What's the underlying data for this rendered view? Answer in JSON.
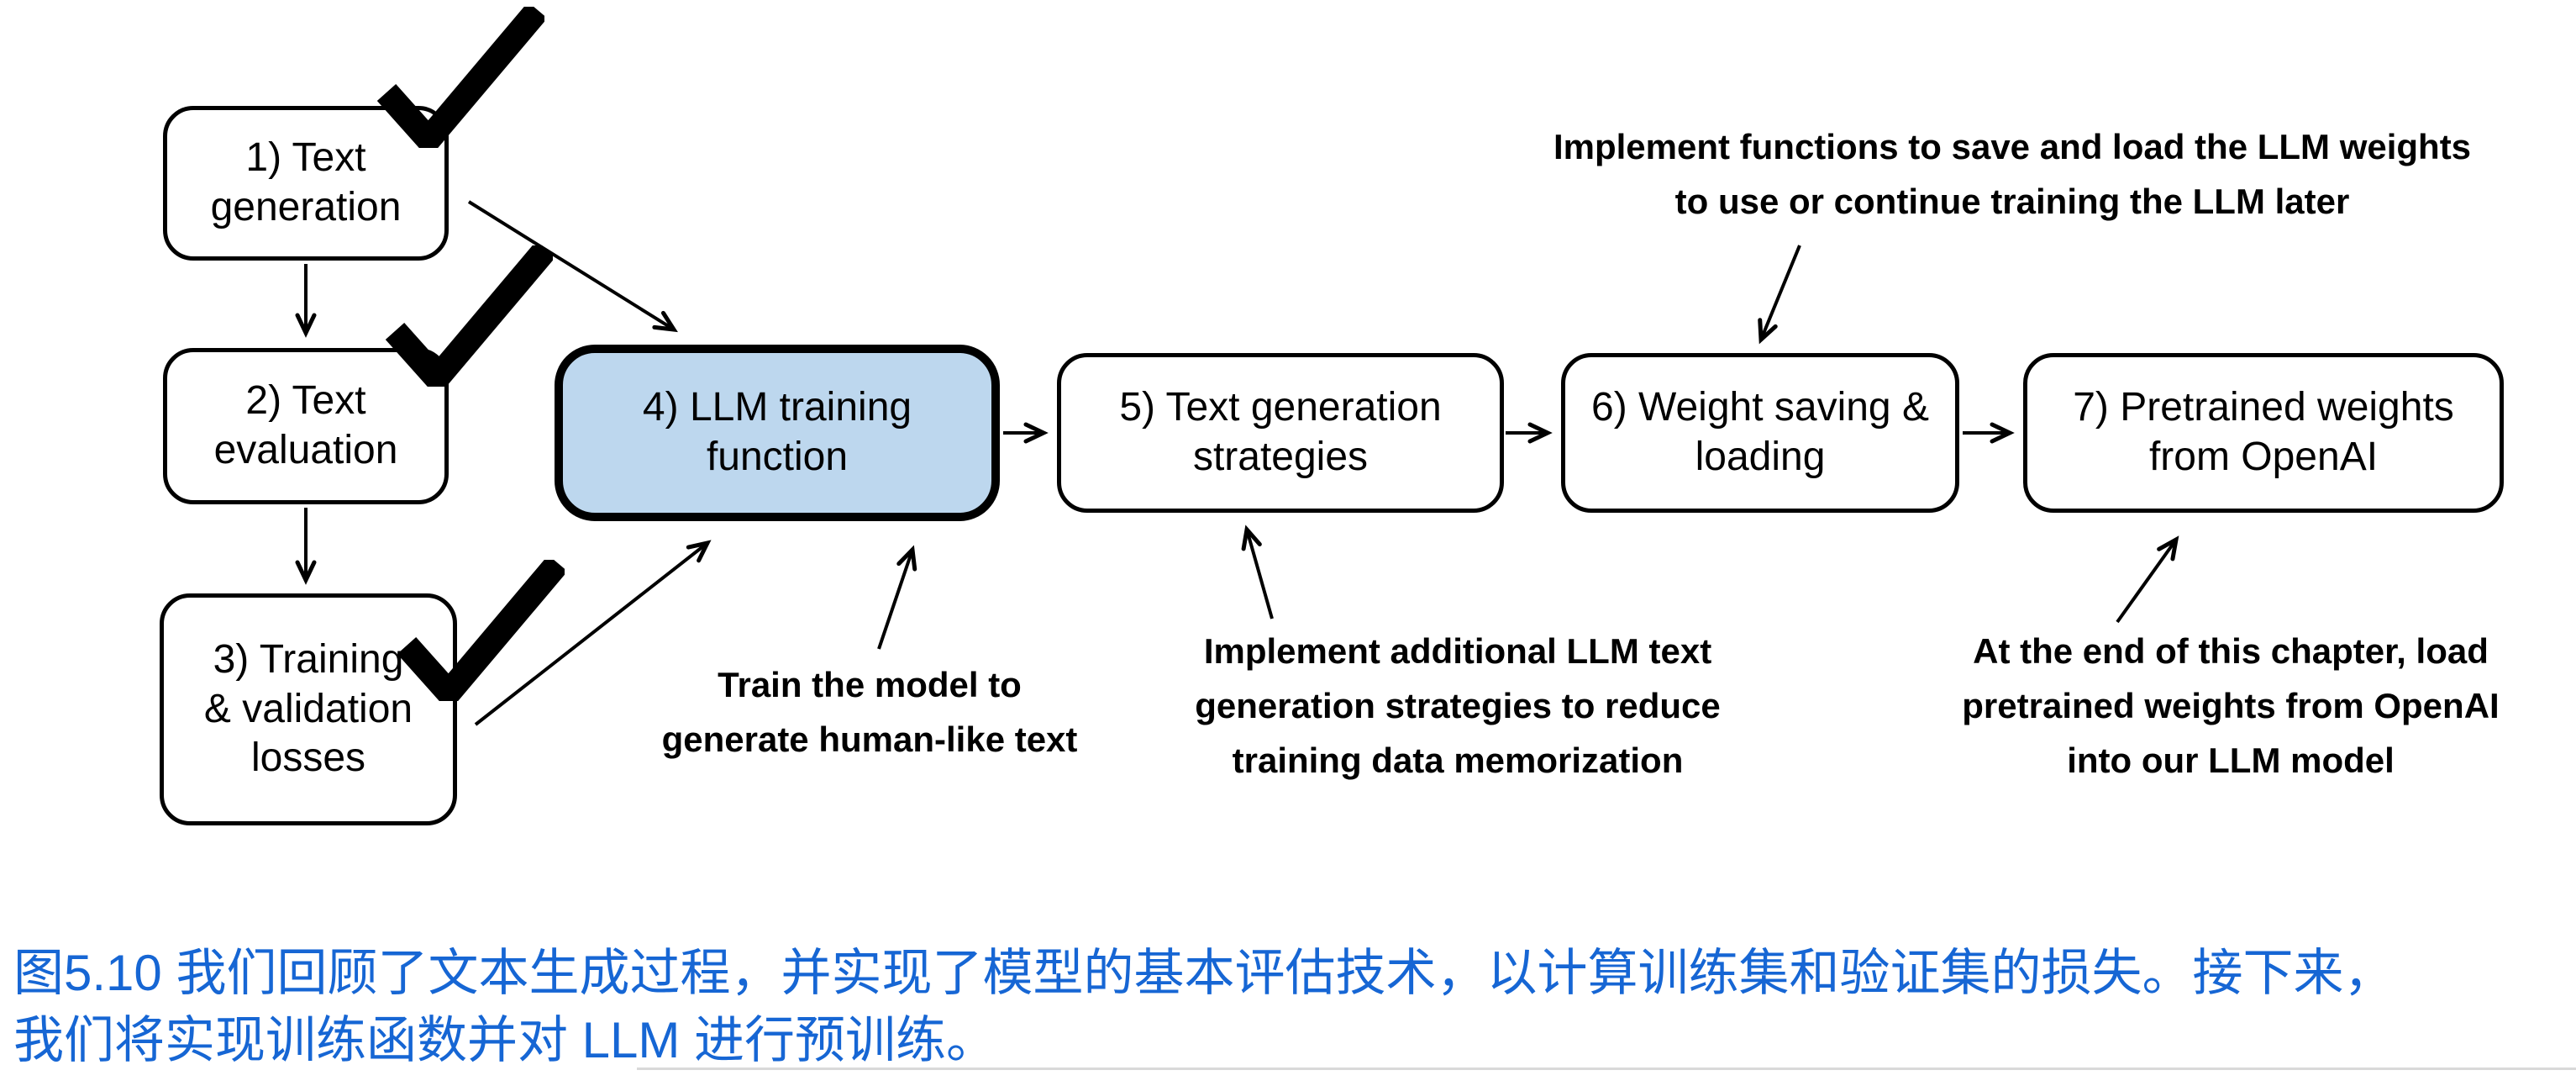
{
  "figure": {
    "boxes": [
      {
        "label": "1) Text\ngeneration",
        "checked": true,
        "highlighted": false
      },
      {
        "label": "2) Text\nevaluation",
        "checked": true,
        "highlighted": false
      },
      {
        "label": "3) Training\n& validation\nlosses",
        "checked": true,
        "highlighted": false
      },
      {
        "label": "4) LLM training\nfunction",
        "checked": false,
        "highlighted": true
      },
      {
        "label": "5) Text generation\nstrategies",
        "checked": false,
        "highlighted": false
      },
      {
        "label": "6) Weight saving &\nloading",
        "checked": false,
        "highlighted": false
      },
      {
        "label": "7) Pretrained weights\nfrom OpenAI",
        "checked": false,
        "highlighted": false
      }
    ],
    "annotations": {
      "save_load": "Implement functions to save and load the LLM weights\nto use or continue training the LLM later",
      "train_model": "Train the model to\ngenerate human-like text",
      "generation_strategies": "Implement additional LLM text\ngeneration strategies to reduce\ntraining data memorization",
      "pretrained_weights": "At the end of this chapter, load\npretrained weights from OpenAI\ninto our LLM model"
    },
    "colors": {
      "highlight_fill": "#bdd7ee",
      "box_border": "#000000",
      "caption_text": "#1666d4"
    }
  },
  "caption": {
    "text": "图5.10 我们回顾了文本生成过程，并实现了模型的基本评估技术，以计算训练集和验证集的损失。接下来，\n我们将实现训练函数并对 LLM 进行预训练。"
  }
}
